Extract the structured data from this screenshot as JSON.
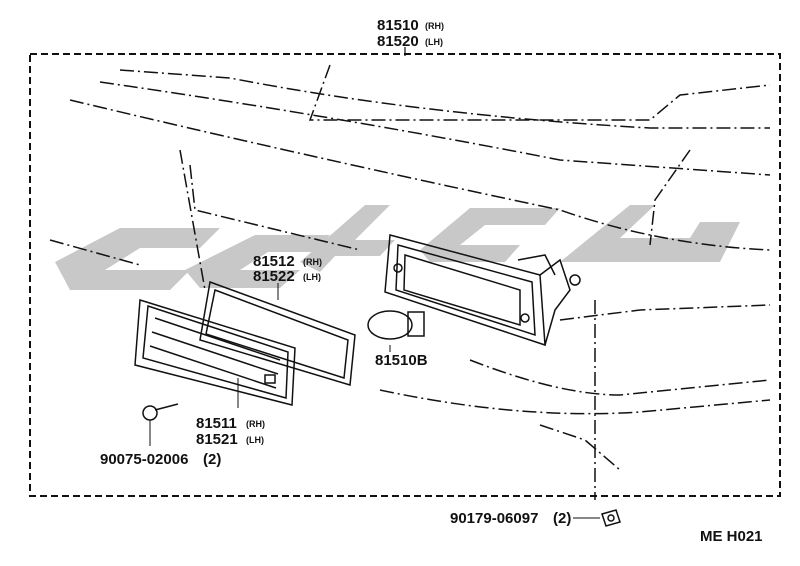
{
  "parts": {
    "lamp_assy": {
      "number": "81510",
      "suffix": "(RH)",
      "number2": "81520",
      "suffix2": "(LH)"
    },
    "gasket": {
      "number": "81512",
      "suffix": "(RH)",
      "number2": "81522",
      "suffix2": "(LH)"
    },
    "bulb": {
      "number": "81510B"
    },
    "lens": {
      "number": "81511",
      "suffix": "(RH)",
      "number2": "81521",
      "suffix2": "(LH)"
    },
    "screw": {
      "number": "90075-02006",
      "qty": "(2)"
    },
    "nut": {
      "number": "90179-06097",
      "qty": "(2)"
    }
  },
  "diagram_code": "ME H021",
  "watermark": "logo",
  "colors": {
    "ink": "#111111",
    "watermark": "#c8c8c8"
  }
}
